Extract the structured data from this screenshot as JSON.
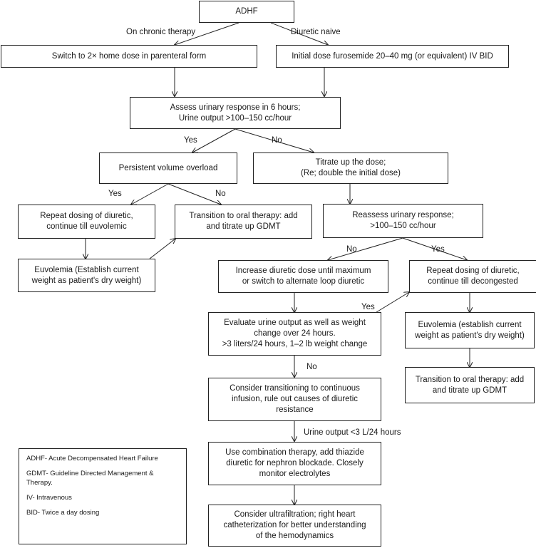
{
  "nodes": {
    "adhf": "ADHF",
    "switch_home_dose": "Switch to 2× home dose in parenteral form",
    "initial_dose": "Initial dose furosemide 20–40 mg (or equivalent) IV BID",
    "assess_urinary": [
      "Assess urinary response in 6 hours;",
      "Urine output >100–150 cc/hour"
    ],
    "persistent_overload": "Persistent volume overload",
    "titrate_up": [
      "Titrate up the dose;",
      "(Re; double the initial dose)"
    ],
    "repeat_dosing_euvolemic": [
      "Repeat dosing of diuretic,",
      "continue till euvolemic"
    ],
    "transition_oral_1": [
      "Transition to oral therapy: add",
      "and titrate up GDMT"
    ],
    "euvolemia_1": [
      "Euvolemia (Establish current",
      "weight as patient's dry weight)"
    ],
    "reassess_urinary": [
      "Reassess urinary response;",
      ">100–150 cc/hour"
    ],
    "increase_dose": [
      "Increase diuretic dose until maximum",
      "or switch to alternate loop diuretic"
    ],
    "repeat_dosing_decongested": [
      "Repeat dosing of diuretic,",
      "continue till decongested"
    ],
    "evaluate_urine": [
      "Evaluate urine output as well as weight",
      "change over 24 hours.",
      ">3 liters/24 hours, 1–2 lb weight change"
    ],
    "euvolemia_2": [
      "Euvolemia (establish current",
      "weight as patient's dry weight)"
    ],
    "transition_oral_2": [
      "Transition to oral therapy: add",
      "and titrate up GDMT"
    ],
    "continuous_infusion": [
      "Consider transitioning to continuous",
      "infusion, rule out causes of diuretic",
      "resistance"
    ],
    "combination_therapy": [
      "Use combination therapy, add thiazide",
      "diuretic for nephron blockade. Closely",
      "monitor electrolytes"
    ],
    "ultrafiltration": [
      "Consider ultrafiltration; right heart",
      "catheterization for better understanding",
      "of the hemodynamics"
    ]
  },
  "edge_labels": {
    "on_chronic_therapy": "On chronic therapy",
    "diuretic_naive": "Diuretic naive",
    "yes_1": "Yes",
    "no_1": "No",
    "yes_2": "Yes",
    "no_2": "No",
    "no_3": "No",
    "yes_3": "Yes",
    "yes_4": "Yes",
    "no_4": "No",
    "urine_output_lt3": "Urine output <3 L/24 hours"
  },
  "legend": [
    "ADHF- Acute Decompensated Heart Failure",
    "GDMT- Guideline Directed Management & Therapy.",
    "IV- Intravenous",
    "BID- Twice a day dosing"
  ]
}
